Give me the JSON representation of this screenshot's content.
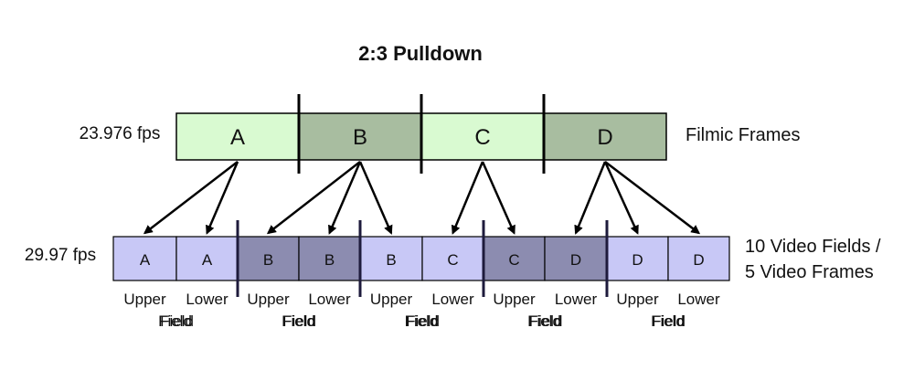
{
  "title": "2:3 Pulldown",
  "film": {
    "rate": "23.976 fps",
    "label": "Filmic Frames",
    "frames": [
      "A",
      "B",
      "C",
      "D"
    ]
  },
  "video": {
    "rate": "29.97 fps",
    "label_line1": "10 Video Fields /",
    "label_line2": "5 Video Frames",
    "fields": [
      "A",
      "A",
      "B",
      "B",
      "B",
      "C",
      "C",
      "D",
      "D",
      "D"
    ]
  },
  "field_labels": [
    {
      "top": "Upper",
      "bottom": "Field"
    },
    {
      "top": "Lower",
      "bottom": "Field"
    },
    {
      "top": "Upper",
      "bottom": "Field"
    },
    {
      "top": "Lower",
      "bottom": "Field"
    },
    {
      "top": "Upper",
      "bottom": "Field"
    },
    {
      "top": "Lower",
      "bottom": "Field"
    },
    {
      "top": "Upper",
      "bottom": "Field"
    },
    {
      "top": "Lower",
      "bottom": "Field"
    },
    {
      "top": "Upper",
      "bottom": "Field"
    },
    {
      "top": "Lower",
      "bottom": "Field"
    }
  ],
  "colors": {
    "film_light": "#d9fad1",
    "film_dark": "#a8bda0",
    "field_light": "#c8c8f6",
    "field_dark": "#8c8cb0",
    "divider_dark": "#1e1b3c",
    "ink": "#000000"
  }
}
